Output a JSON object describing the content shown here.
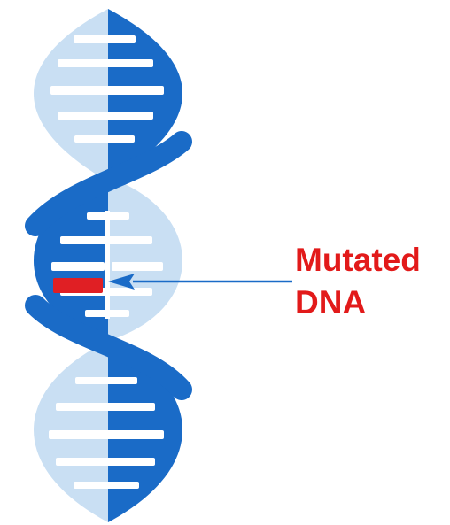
{
  "annotation": {
    "line1": "Mutated",
    "line2": "DNA"
  },
  "colors": {
    "strand_dark": "#1a6bc7",
    "strand_light": "#c9dff3",
    "rung": "#ffffff",
    "mutation": "#e01f24",
    "arrow": "#1a6bc7",
    "label": "#e21a1a"
  },
  "icons": {
    "helix": "dna-double-helix",
    "pointer": "arrow-left"
  }
}
